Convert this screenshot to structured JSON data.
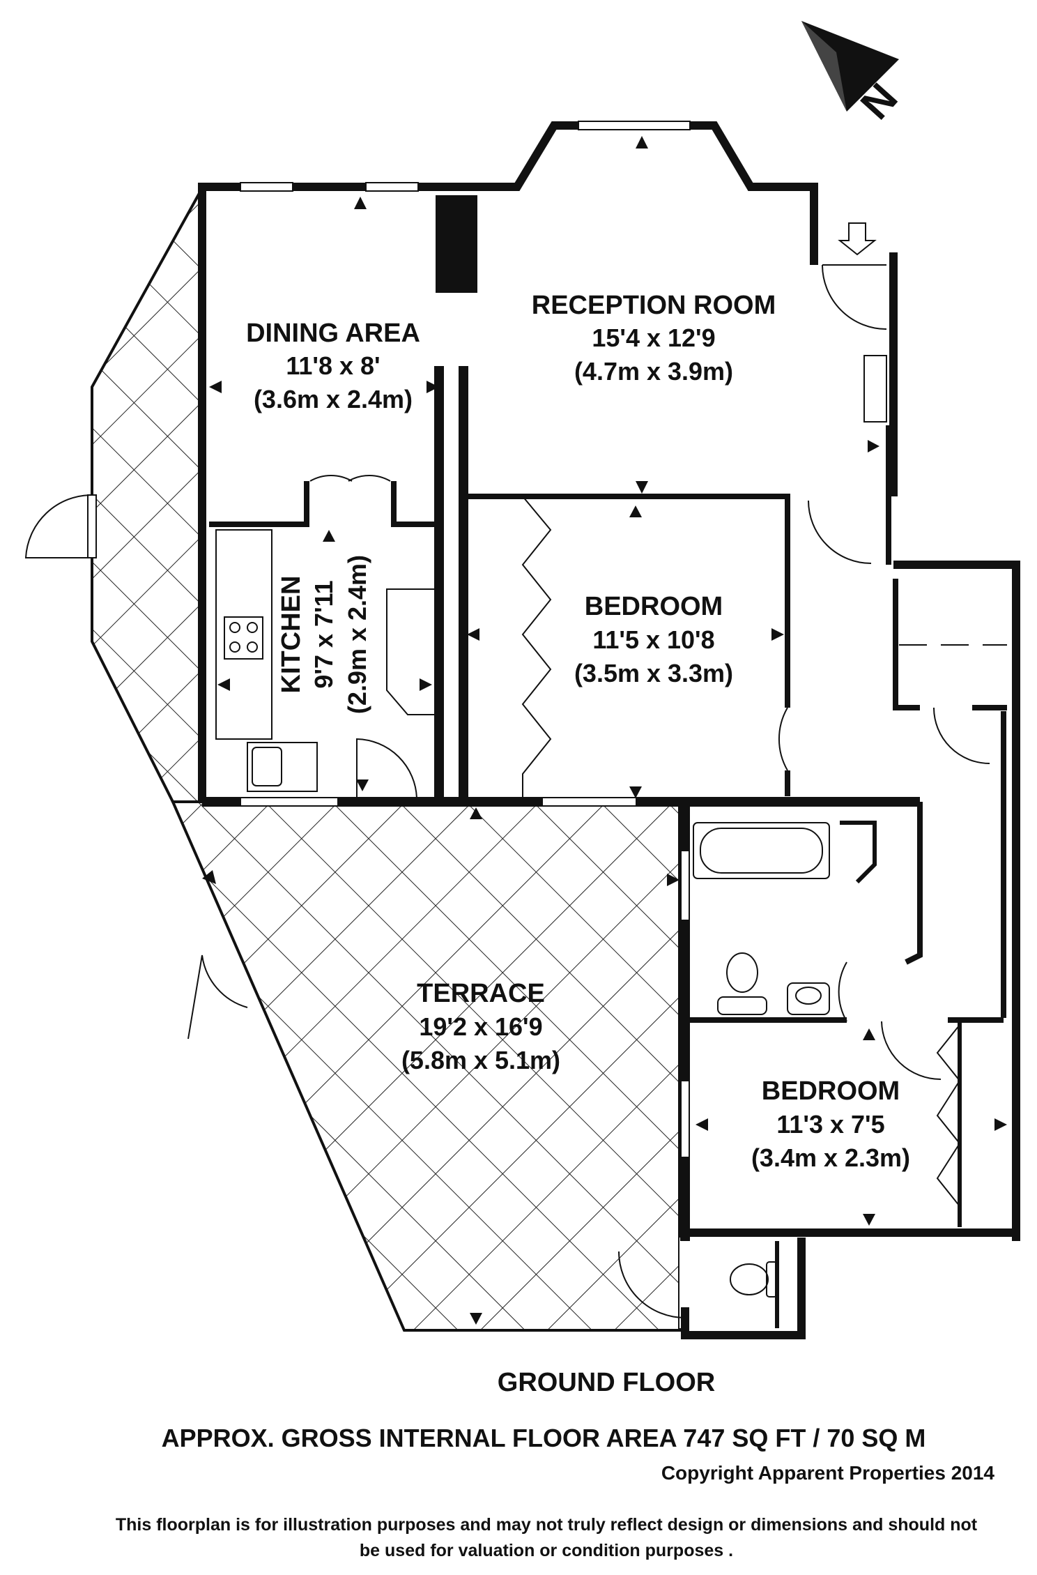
{
  "compass": {
    "label": "N",
    "icon": "north-arrow-icon"
  },
  "rooms": {
    "reception": {
      "name": "RECEPTION ROOM",
      "imperial": "15'4 x 12'9",
      "metric": "(4.7m x 3.9m)"
    },
    "dining": {
      "name": "DINING AREA",
      "imperial": "11'8 x 8'",
      "metric": "(3.6m x 2.4m)"
    },
    "kitchen": {
      "name": "KITCHEN",
      "imperial": "9'7 x 7'11",
      "metric": "(2.9m x 2.4m)"
    },
    "bedroom1": {
      "name": "BEDROOM",
      "imperial": "11'5 x 10'8",
      "metric": "(3.5m x 3.3m)"
    },
    "bedroom2": {
      "name": "BEDROOM",
      "imperial": "11'3 x 7'5",
      "metric": "(3.4m x 2.3m)"
    },
    "terrace": {
      "name": "TERRACE",
      "imperial": "19'2 x 16'9",
      "metric": "(5.8m x 5.1m)"
    }
  },
  "footer": {
    "floor": "GROUND FLOOR",
    "area": "APPROX. GROSS INTERNAL FLOOR AREA 747 SQ FT / 70 SQ M",
    "copyright": "Copyright Apparent Properties 2014",
    "disclaimer_line1": "This floorplan is for illustration purposes and may not truly reflect design or dimensions and should not",
    "disclaimer_line2": "be used for valuation or condition purposes  ."
  },
  "colors": {
    "wall": "#111111",
    "hatch": "#222222",
    "background": "#ffffff"
  }
}
